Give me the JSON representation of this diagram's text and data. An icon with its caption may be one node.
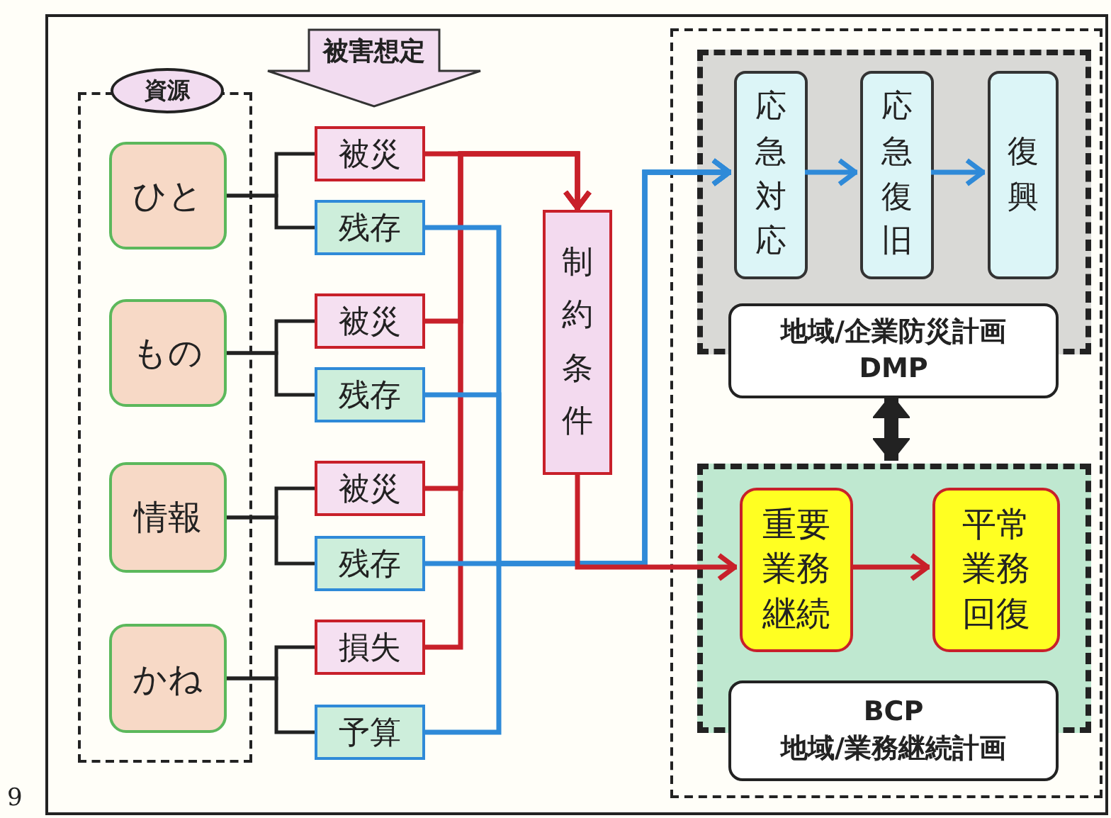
{
  "diagram": {
    "nodes": [
      {
        "text": [
          "資源"
        ]
      },
      {
        "text": [
          "ひと"
        ],
        "in": 0
      },
      {
        "text": [
          "もの"
        ],
        "in": 0
      },
      {
        "text": [
          "情報"
        ],
        "in": 0
      },
      {
        "text": [
          "かね"
        ],
        "in": 0
      },
      {
        "text": [
          "被害想定"
        ]
      },
      {
        "text": [
          "被災"
        ]
      },
      {
        "text": [
          "残存"
        ]
      },
      {
        "text": [
          "被災"
        ]
      },
      {
        "text": [
          "残存"
        ]
      },
      {
        "text": [
          "被災"
        ]
      },
      {
        "text": [
          "残存"
        ]
      },
      {
        "text": [
          "損失"
        ]
      },
      {
        "text": [
          "予算"
        ]
      },
      {
        "text": [
          "制約条件"
        ]
      },
      {
        "text": [],
        "shape": "box"
      },
      {
        "text": [
          "地域/企業防災計画 DMP"
        ],
        "in": 15
      },
      {
        "text": [
          "応急対応"
        ],
        "in": 16
      },
      {
        "text": [
          "応急復旧"
        ],
        "in": 16
      },
      {
        "text": [
          "復興"
        ],
        "in": 16
      },
      {
        "text": [
          "BCP 地域/業務継続計画"
        ],
        "in": 15
      },
      {
        "text": [
          "重要業務継続"
        ],
        "in": 20
      },
      {
        "text": [
          "平常業務回復"
        ],
        "in": 20
      }
    ],
    "edges": [
      {
        "from": 1,
        "to": 6,
        "arrow": "none"
      },
      {
        "from": 1,
        "to": 7,
        "arrow": "none"
      },
      {
        "from": 2,
        "to": 8,
        "arrow": "none"
      },
      {
        "from": 2,
        "to": 9,
        "arrow": "none"
      },
      {
        "from": 3,
        "to": 10,
        "arrow": "none"
      },
      {
        "from": 3,
        "to": 11,
        "arrow": "none"
      },
      {
        "from": 4,
        "to": 12,
        "arrow": "none"
      },
      {
        "from": 4,
        "to": 13,
        "arrow": "none"
      },
      {
        "from": 6,
        "to": 14,
        "arrow": "to",
        "color": "#c8202a"
      },
      {
        "from": 8,
        "to": 14,
        "arrow": "to",
        "color": "#c8202a"
      },
      {
        "from": 10,
        "to": 14,
        "arrow": "to",
        "color": "#c8202a"
      },
      {
        "from": 12,
        "to": 14,
        "arrow": "to",
        "color": "#c8202a"
      },
      {
        "from": 7,
        "to": 17,
        "arrow": "to",
        "color": "#2f8ad8"
      },
      {
        "from": 9,
        "to": 17,
        "arrow": "to",
        "color": "#2f8ad8"
      },
      {
        "from": 11,
        "to": 17,
        "arrow": "to",
        "color": "#2f8ad8"
      },
      {
        "from": 13,
        "to": 17,
        "arrow": "to",
        "color": "#2f8ad8"
      },
      {
        "from": 14,
        "to": 21,
        "arrow": "to",
        "color": "#c8202a"
      },
      {
        "from": 17,
        "to": 18,
        "arrow": "to",
        "color": "#2f8ad8"
      },
      {
        "from": 18,
        "to": 19,
        "arrow": "to",
        "color": "#2f8ad8"
      },
      {
        "from": 21,
        "to": 22,
        "arrow": "to",
        "color": "#c8202a"
      },
      {
        "from": 16,
        "to": 20,
        "arrow": "both",
        "style": "thick"
      }
    ],
    "labels": [
      "9"
    ]
  }
}
